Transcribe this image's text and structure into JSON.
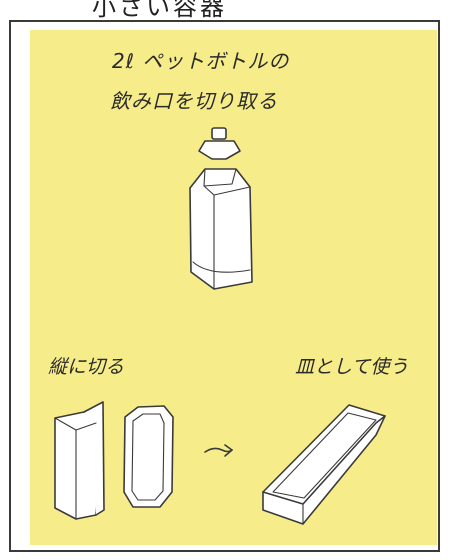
{
  "top_strip": {
    "text": "小さい容器"
  },
  "instructions": {
    "line1": "2ℓ ペットボトルの",
    "line2": "飲み口を切り取る",
    "step_cut": "縦に切る",
    "step_use": "皿として使う"
  },
  "icons": {
    "arrow": "arrow-icon"
  }
}
